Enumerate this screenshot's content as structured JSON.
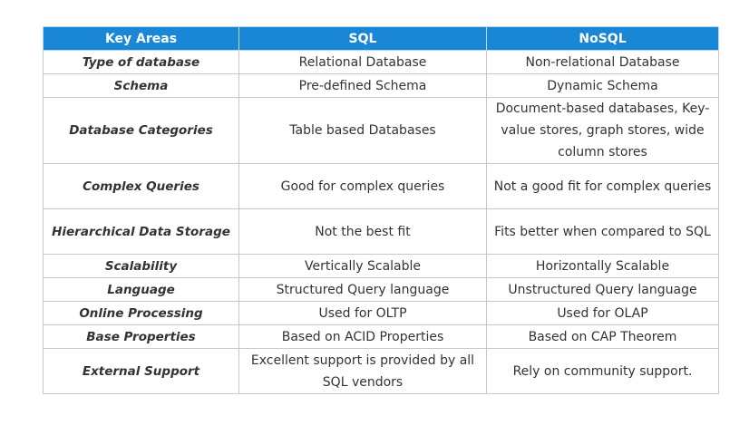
{
  "table": {
    "headers": [
      "Key Areas",
      "SQL",
      "NoSQL"
    ],
    "colors": {
      "header_bg": "#1a87d6",
      "header_text": "#ffffff",
      "border": "#c8c8c8",
      "text": "#333333"
    },
    "rows": [
      {
        "key": "Type of database",
        "sql": "Relational Database",
        "nosql": "Non-relational Database"
      },
      {
        "key": "Schema",
        "sql": "Pre-defined Schema",
        "nosql": "Dynamic Schema"
      },
      {
        "key": "Database Categories",
        "sql": "Table based Databases",
        "nosql": "Document-based databases, Key-value stores, graph stores, wide column stores"
      },
      {
        "key": "Complex Queries",
        "sql": "Good for complex queries",
        "nosql": "Not a good fit for complex queries"
      },
      {
        "key": "Hierarchical Data Storage",
        "sql": "Not the best fit",
        "nosql": "Fits better when compared to SQL"
      },
      {
        "key": "Scalability",
        "sql": "Vertically Scalable",
        "nosql": "Horizontally Scalable"
      },
      {
        "key": "Language",
        "sql": "Structured Query language",
        "nosql": "Unstructured Query language"
      },
      {
        "key": "Online Processing",
        "sql": "Used for OLTP",
        "nosql": "Used for OLAP"
      },
      {
        "key": "Base Properties",
        "sql": "Based on ACID Properties",
        "nosql": "Based on CAP Theorem"
      },
      {
        "key": "External Support",
        "sql": "Excellent support is provided by all SQL vendors",
        "nosql": "Rely on community support."
      }
    ]
  }
}
